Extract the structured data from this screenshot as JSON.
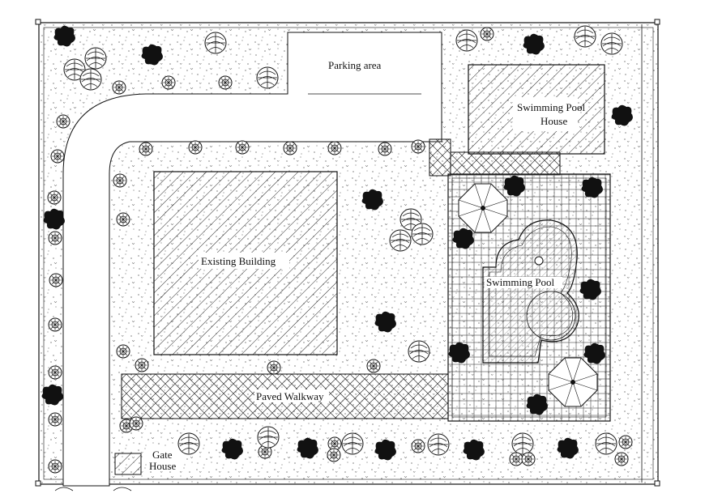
{
  "labels": {
    "parking": "Parking area",
    "pool_house_line1": "Swimming Pool",
    "pool_house_line2": "House",
    "building": "Existing Building",
    "pool": "Swimming Pool",
    "walkway": "Paved Walkway",
    "gate_line1": "Gate",
    "gate_line2": "House"
  },
  "colors": {
    "line": "#111111",
    "paper": "#ffffff"
  }
}
